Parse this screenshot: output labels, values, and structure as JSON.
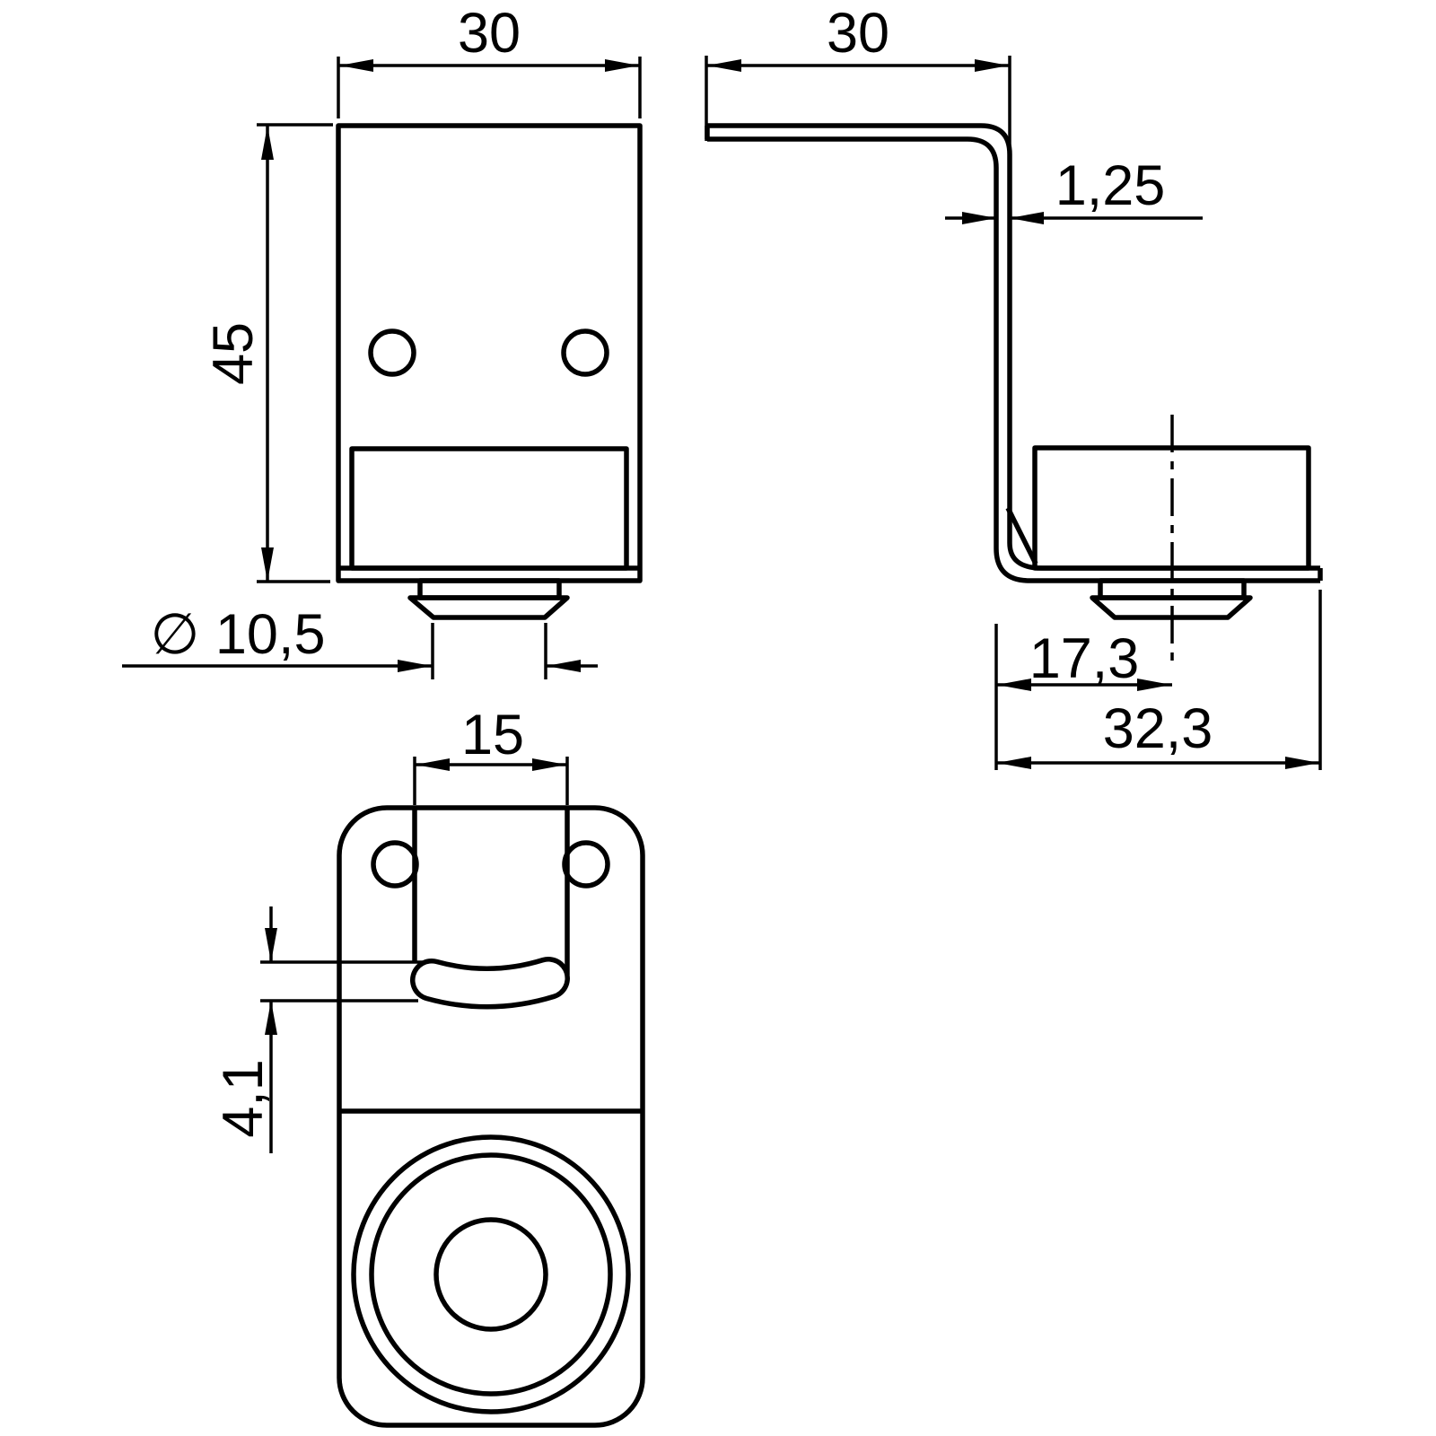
{
  "drawing": {
    "type": "technical-dimension-drawing",
    "background_color": "#ffffff",
    "line_color": "#000000",
    "views": {
      "front": "front-view",
      "side": "side-view",
      "bottom": "bottom-view"
    },
    "dimensions": {
      "front_width": "30",
      "front_height": "45",
      "stud_diameter": "∅ 10,5",
      "slot_width": "15",
      "slot_height": "4,1",
      "side_width": "30",
      "sheet_thickness": "1,25",
      "stud_offset": "17,3",
      "foot_length": "32,3"
    }
  }
}
